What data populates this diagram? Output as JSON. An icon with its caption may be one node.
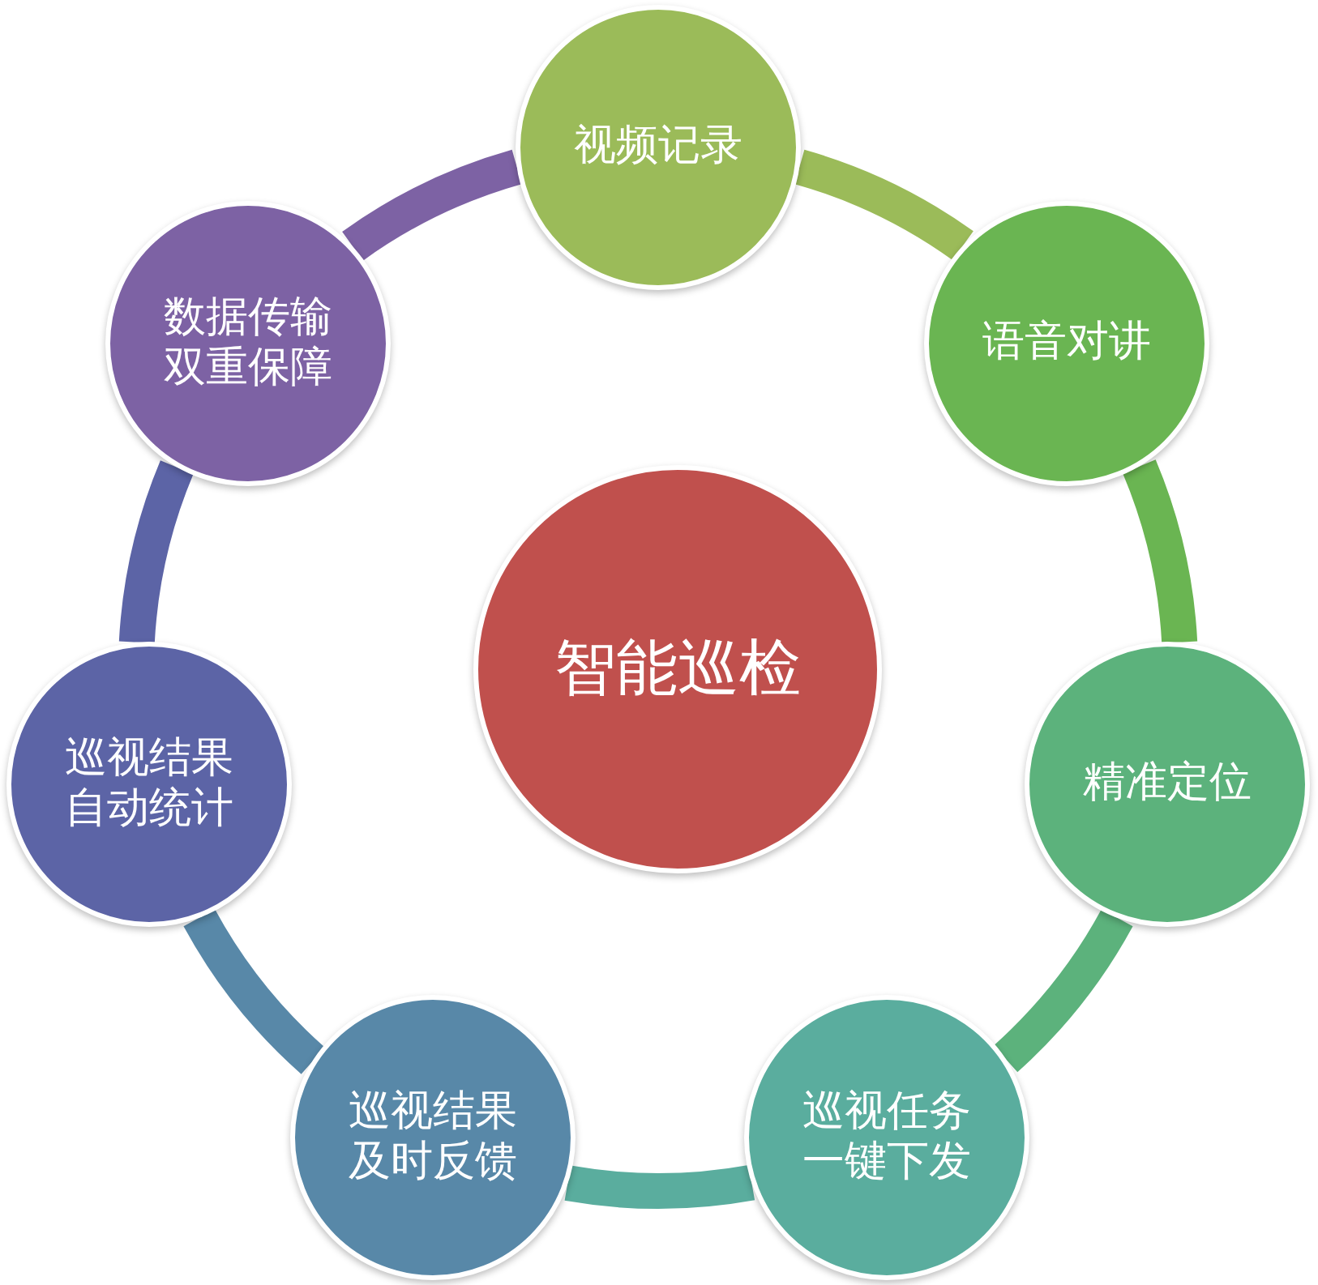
{
  "diagram": {
    "nodes": [
      {
        "text": [
          "智能巡检"
        ]
      },
      {
        "text": [
          "视频记录"
        ]
      },
      {
        "text": [
          "语音对讲"
        ]
      },
      {
        "text": [
          "精准定位"
        ]
      },
      {
        "text": [
          "巡视任务一键下发"
        ]
      },
      {
        "text": [
          "巡视结果及时反馈"
        ]
      },
      {
        "text": [
          "巡视结果自动统计"
        ]
      },
      {
        "text": [
          "数据传输双重保障"
        ]
      }
    ],
    "edges": [
      {
        "from": 1,
        "to": 2,
        "arrow": "none",
        "color": "#9bbb59"
      },
      {
        "from": 2,
        "to": 3,
        "arrow": "none",
        "color": "#6ab552"
      },
      {
        "from": 3,
        "to": 4,
        "arrow": "none",
        "color": "#5cb27c"
      },
      {
        "from": 4,
        "to": 5,
        "arrow": "none",
        "color": "#5aad9e"
      },
      {
        "from": 5,
        "to": 6,
        "arrow": "none",
        "color": "#5888a8"
      },
      {
        "from": 6,
        "to": 7,
        "arrow": "none",
        "color": "#5c64a6"
      },
      {
        "from": 7,
        "to": 1,
        "arrow": "none",
        "color": "#7d62a4"
      }
    ]
  }
}
